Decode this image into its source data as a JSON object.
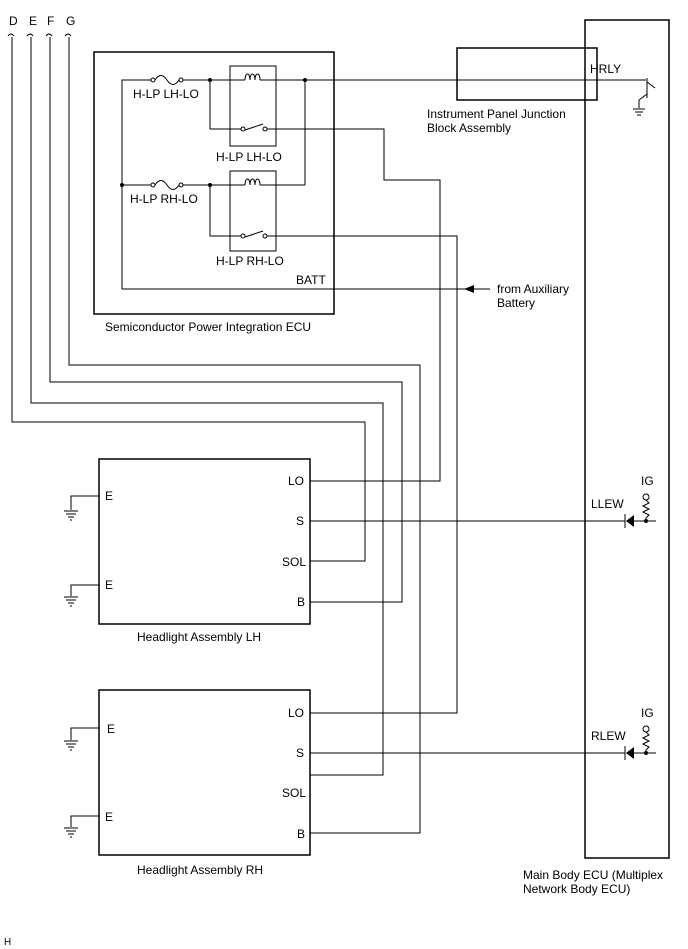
{
  "connectors": {
    "d": "D",
    "e": "E",
    "f": "F",
    "g": "G"
  },
  "spi_ecu": {
    "name": "Semiconductor Power Integration ECU",
    "fuse_lh": "H-LP LH-LO",
    "relay_lh": "H-LP LH-LO",
    "fuse_rh": "H-LP RH-LO",
    "relay_rh": "H-LP RH-LO",
    "batt": "BATT"
  },
  "ipjb": {
    "name_line1": "Instrument Panel Junction",
    "name_line2": "Block Assembly"
  },
  "aux_battery": {
    "line1": "from Auxiliary",
    "line2": "Battery"
  },
  "main_body_ecu": {
    "hrly": "HRLY",
    "llew": "LLEW",
    "rlew": "RLEW",
    "ig_top": "IG",
    "ig_bottom": "IG",
    "name_line1": "Main Body ECU (Multiplex",
    "name_line2": "Network Body ECU)"
  },
  "headlight_lh": {
    "name": "Headlight Assembly LH",
    "e1": "E",
    "e2": "E",
    "lo": "LO",
    "s": "S",
    "sol": "SOL",
    "b": "B"
  },
  "headlight_rh": {
    "name": "Headlight Assembly RH",
    "e1": "E",
    "e2": "E",
    "lo": "LO",
    "s": "S",
    "sol": "SOL",
    "b": "B"
  },
  "footer": {
    "code": "H"
  }
}
